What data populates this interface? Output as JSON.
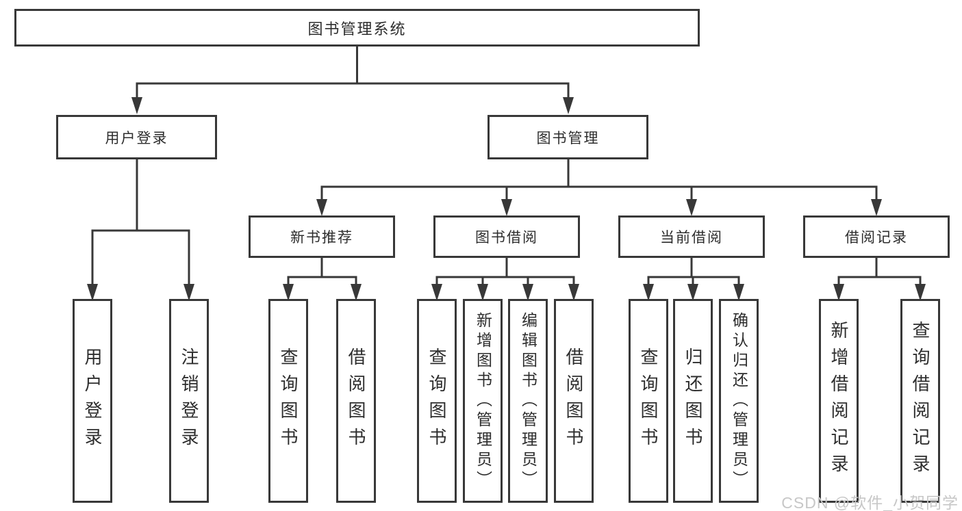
{
  "tree": {
    "root_label": "图书管理系统",
    "branches": [
      {
        "label": "用户登录",
        "leaves": [
          "用户登录",
          "注销登录"
        ]
      },
      {
        "label": "图书管理",
        "groups": [
          {
            "label": "新书推荐",
            "leaves": [
              "查询图书",
              "借阅图书"
            ]
          },
          {
            "label": "图书借阅",
            "leaves": [
              "查询图书",
              "新增图书（管理员）",
              "编辑图书（管理员）",
              "借阅图书"
            ]
          },
          {
            "label": "当前借阅",
            "leaves": [
              "查询图书",
              "归还图书",
              "确认归还（管理员）"
            ]
          },
          {
            "label": "借阅记录",
            "leaves": [
              "新增借阅记录",
              "查询借阅记录"
            ]
          }
        ]
      }
    ]
  },
  "watermark": "CSDN @软件_小贺同学",
  "colors": {
    "line": "#383838",
    "box_border": "#383838",
    "text": "#2d2d2d",
    "background": "#ffffff",
    "watermark_text": "#c7c7c7"
  }
}
